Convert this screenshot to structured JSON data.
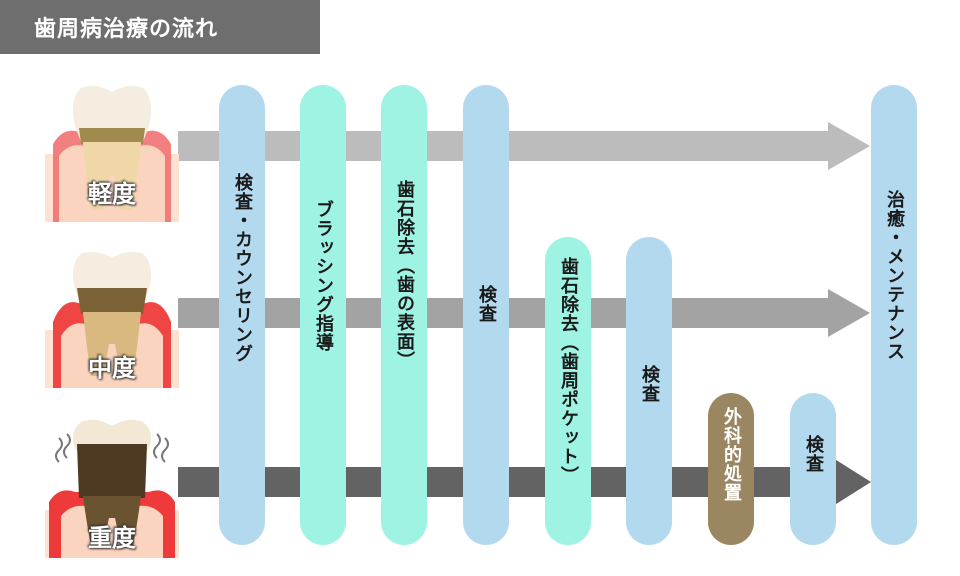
{
  "title": "歯周病治療の流れ",
  "stages": [
    {
      "label": "軽度",
      "icon": "tooth-mild-icon"
    },
    {
      "label": "中度",
      "icon": "tooth-moderate-icon"
    },
    {
      "label": "重度",
      "icon": "tooth-severe-icon"
    }
  ],
  "steps": {
    "exam_counseling": "検査・カウンセリング",
    "brushing": "ブラッシング指導",
    "scaling_surface": "歯石除去（歯の表面）",
    "exam_1": "検査",
    "scaling_pocket": "歯石除去（歯周ポケット）",
    "exam_2": "検査",
    "surgery": "外科的処置",
    "exam_3": "検査",
    "cure_maintenance": "治癒・メンテナンス"
  },
  "colors": {
    "exam": "#b3d9ef",
    "treatment": "#9ef3e3",
    "surgery": "#9a8660",
    "arrow_mild": "#bcbcbc",
    "arrow_moderate": "#a3a3a3",
    "arrow_severe": "#636363",
    "title_bg": "#6e6e6e"
  }
}
